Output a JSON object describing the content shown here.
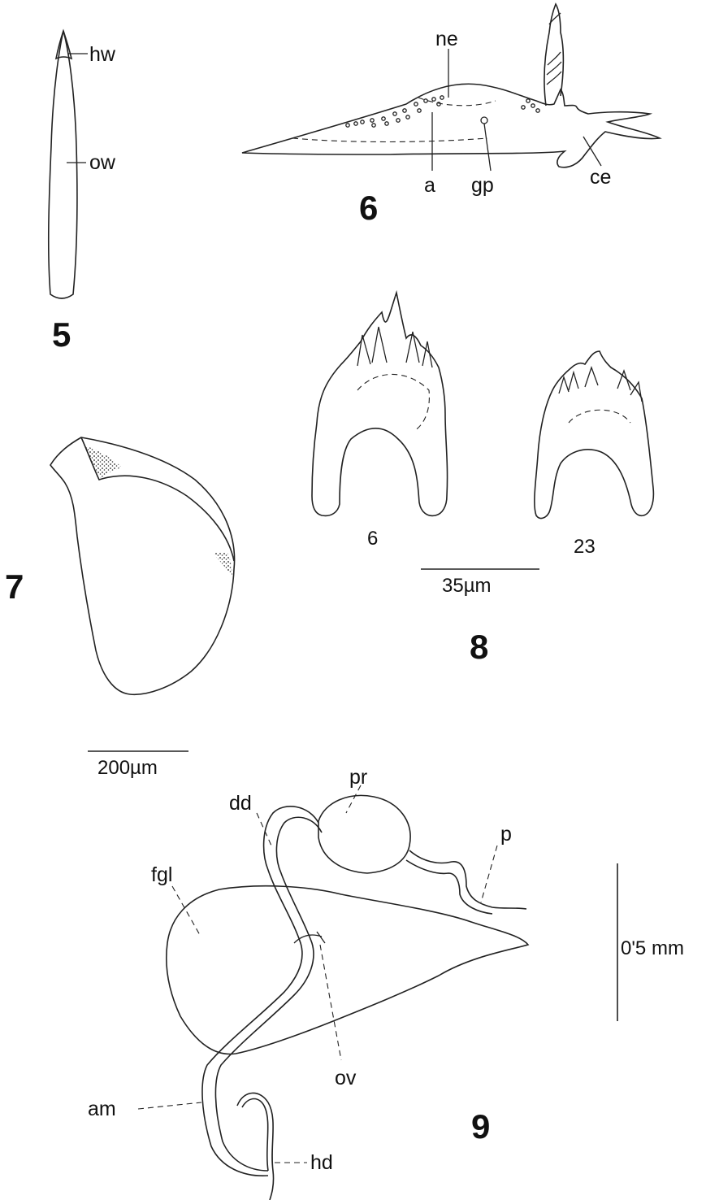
{
  "figures": {
    "fig5": {
      "number": "5",
      "labels": {
        "hw": "hw",
        "ow": "ow"
      }
    },
    "fig6": {
      "number": "6",
      "labels": {
        "ne": "ne",
        "a": "a",
        "gp": "gp",
        "ce": "ce"
      }
    },
    "fig7": {
      "number": "7",
      "scale": "200µm"
    },
    "fig8": {
      "number": "8",
      "tooth_left": "6",
      "tooth_right": "23",
      "scale": "35µm"
    },
    "fig9": {
      "number": "9",
      "scale": "0'5 mm",
      "labels": {
        "dd": "dd",
        "pr": "pr",
        "p": "p",
        "fgl": "fgl",
        "ov": "ov",
        "am": "am",
        "hd": "hd"
      }
    }
  },
  "colors": {
    "ink": "#111111",
    "paper": "#ffffff"
  }
}
